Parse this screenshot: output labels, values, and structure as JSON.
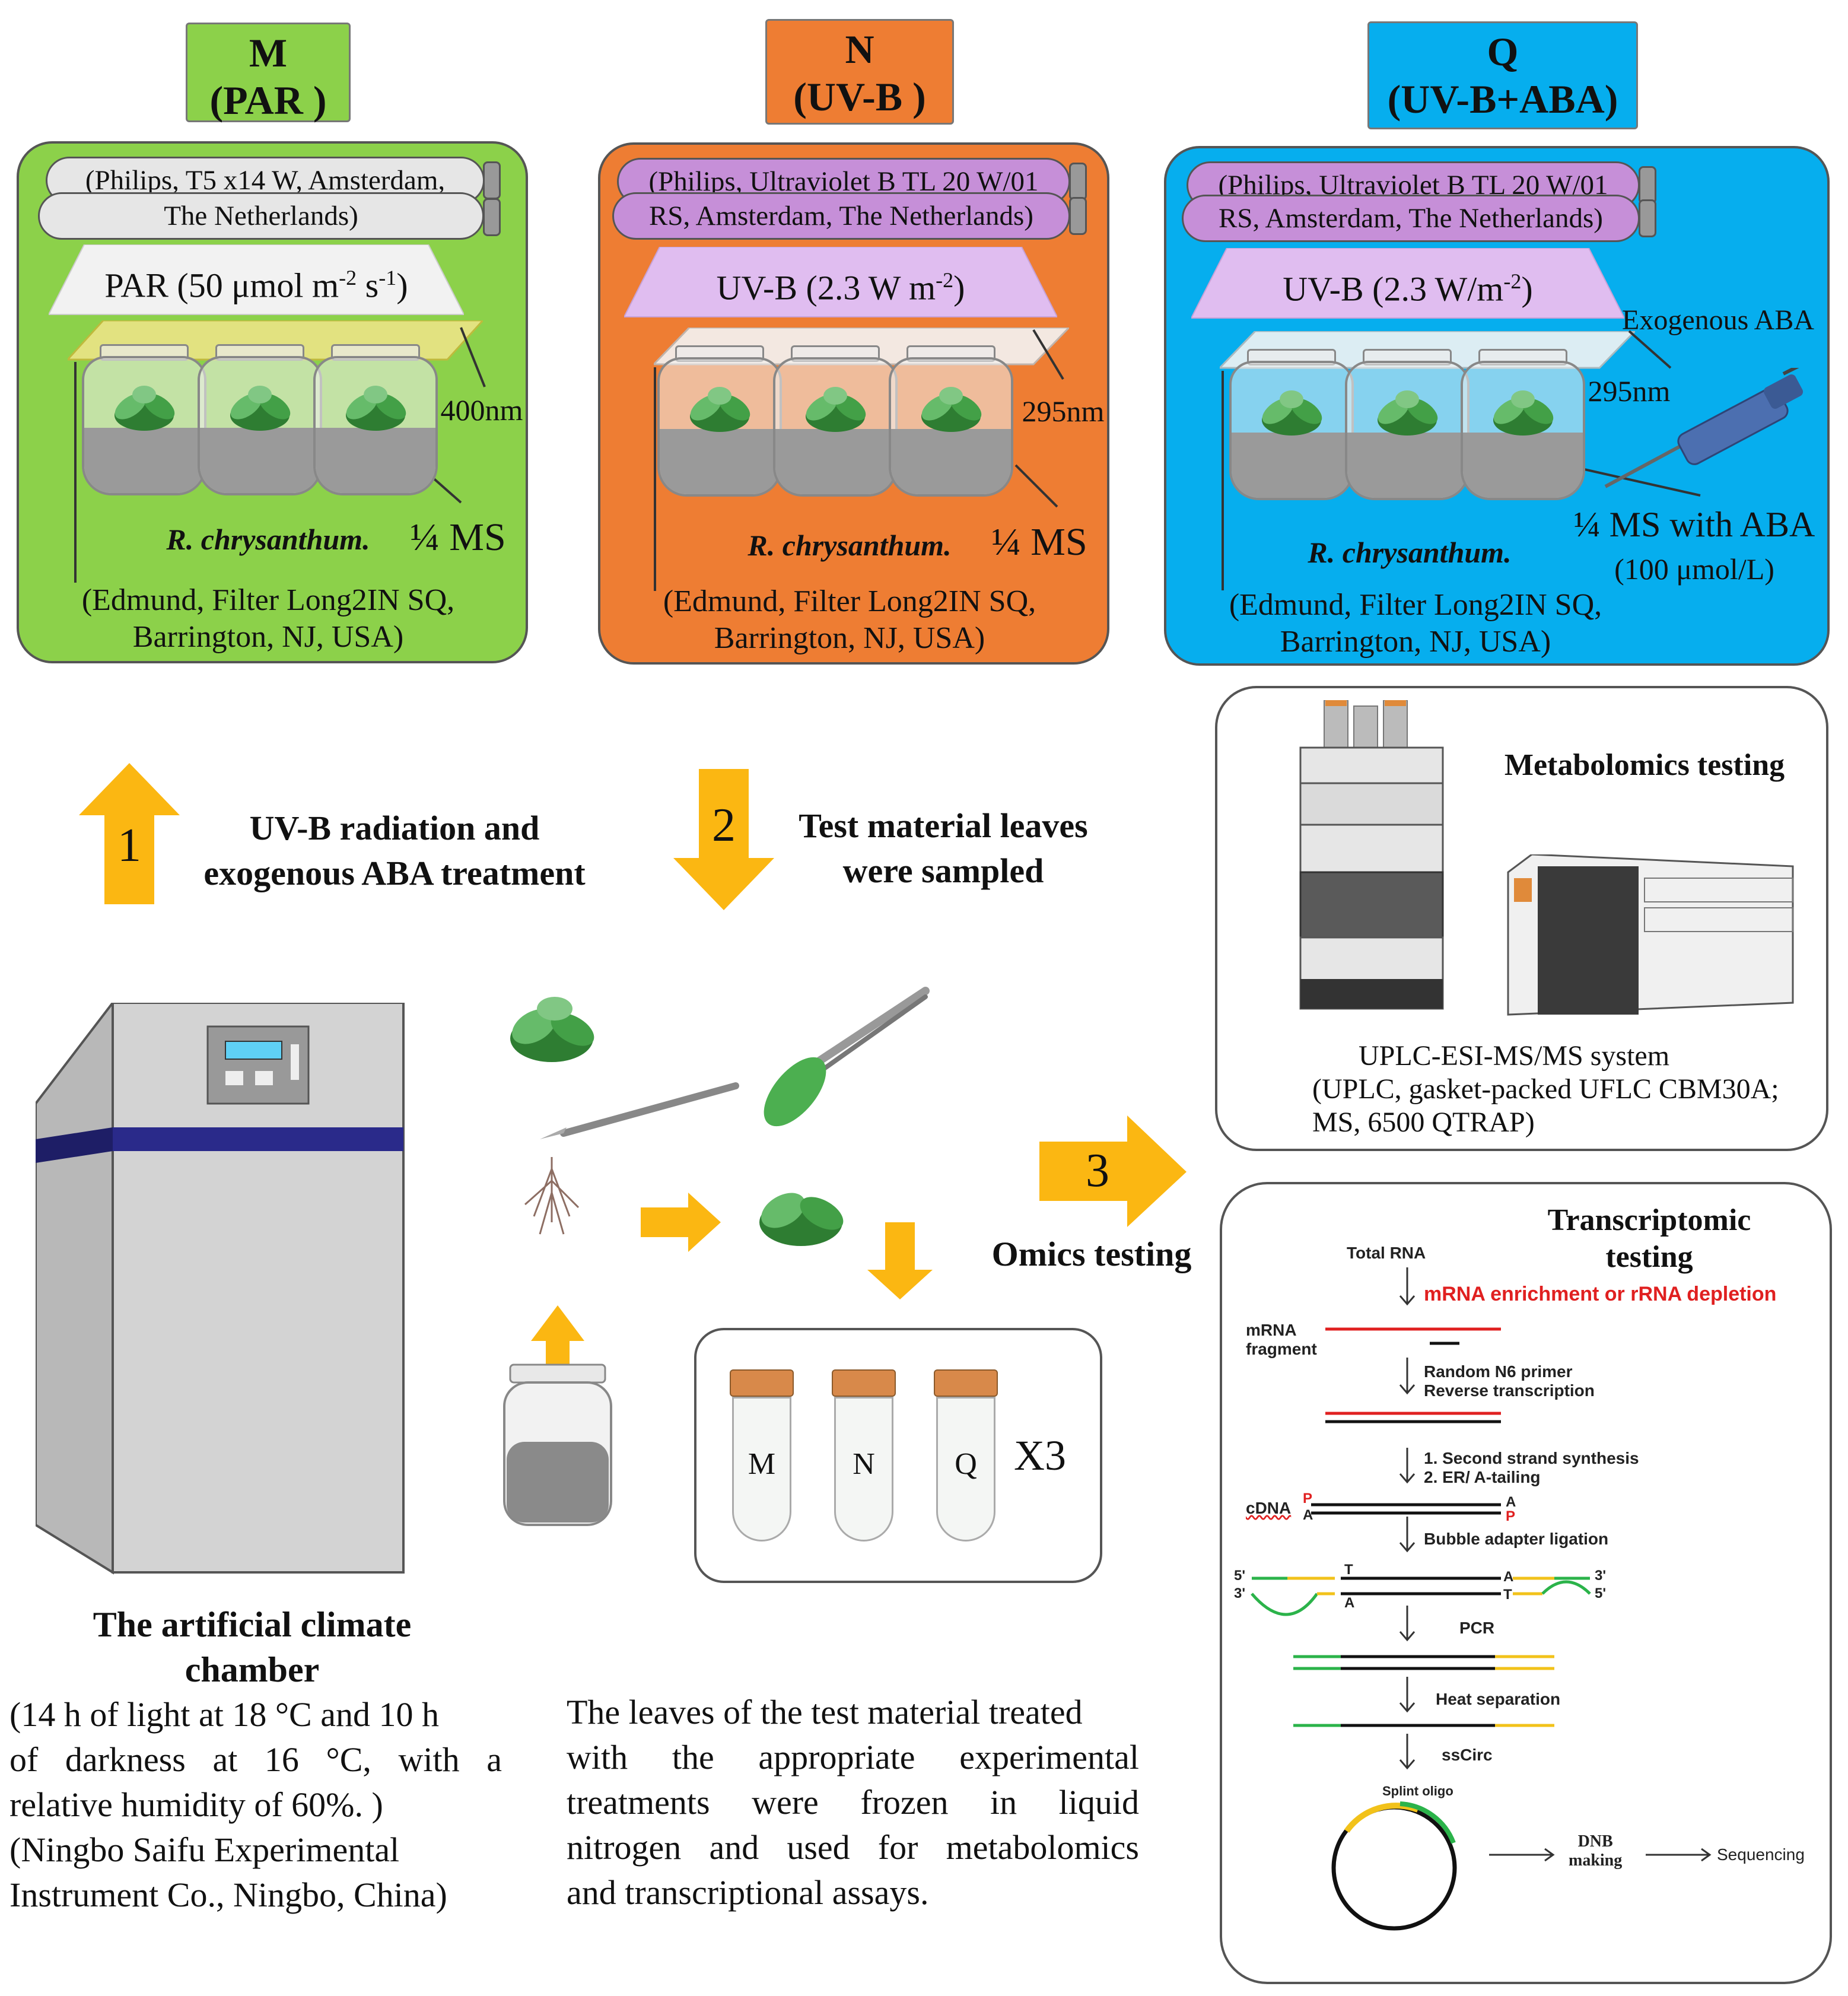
{
  "conditions": [
    {
      "letter": "M",
      "name": "(PAR )",
      "lamp_line1": "(Philips, T5 x14 W, Amsterdam,",
      "lamp_line2": "The Netherlands)",
      "light": "PAR (50 μmol m",
      "light_sup1": "-2",
      "light_mid": " s",
      "light_sup2": "-1",
      "light_end": ")",
      "filter_nm": "400nm",
      "species": "R. chrysanthum.",
      "medium": "¼ MS",
      "filter_line1": "(Edmund, Filter Long2IN SQ,",
      "filter_line2": "Barrington, NJ, USA)",
      "header_color": "#8cd14a",
      "panel_color": "#8cd14a"
    },
    {
      "letter": "N",
      "name": "(UV-B )",
      "lamp_line1": "(Philips, Ultraviolet B TL 20 W/01",
      "lamp_line2": "RS, Amsterdam, The Netherlands)",
      "light": "UV-B (2.3 W m",
      "light_sup1": "-2",
      "light_end": ")",
      "filter_nm": "295nm",
      "species": "R. chrysanthum.",
      "medium": "¼ MS",
      "filter_line1": "(Edmund, Filter Long2IN SQ,",
      "filter_line2": "Barrington, NJ, USA)",
      "header_color": "#ee7d33",
      "panel_color": "#ee7d33"
    },
    {
      "letter": "Q",
      "name": "(UV-B+ABA)",
      "lamp_line1": "(Philips, Ultraviolet B TL 20 W/01",
      "lamp_line2": "RS, Amsterdam, The Netherlands)",
      "light": "UV-B (2.3 W/m",
      "light_sup1": "-2",
      "light_end": ")",
      "filter_nm": "295nm",
      "exogenous": "Exogenous ABA",
      "species": "R. chrysanthum.",
      "medium": "¼ MS with ABA",
      "medium_line2": "(100 μmol/L)",
      "filter_line1": "(Edmund, Filter Long2IN SQ,",
      "filter_line2": "Barrington, NJ, USA)",
      "header_color": "#06aeee",
      "panel_color": "#06aeee"
    }
  ],
  "steps": [
    {
      "number": "1",
      "line1": "UV-B radiation and",
      "line2": "exogenous ABA treatment"
    },
    {
      "number": "2",
      "line1": "Test material leaves",
      "line2": "were sampled"
    },
    {
      "number": "3",
      "line1": "Omics testing"
    }
  ],
  "chamber": {
    "title_line1": "The artificial climate",
    "title_line2": "chamber",
    "desc_line1": "(14 h of light at 18 °C and 10 h",
    "desc_line2": "of darkness at 16 °C, with a",
    "desc_line3": "relative humidity of 60%. )",
    "desc_line4": "(Ningbo Saifu Experimental",
    "desc_line5": "Instrument Co., Ningbo, China)"
  },
  "leaves_text": {
    "line1": "The leaves of the test material treated",
    "line2": "with the appropriate experimental",
    "line3": "treatments were frozen in liquid",
    "line4": "nitrogen and used for metabolomics",
    "line5": "and transcriptional assays."
  },
  "tubes": {
    "labels": [
      "M",
      "N",
      "Q"
    ],
    "replicates": "X3"
  },
  "metabolomics": {
    "title": "Metabolomics testing",
    "system_line1": "UPLC-ESI-MS/MS system",
    "system_line2": "(UPLC, gasket-packed UFLC CBM30A;",
    "system_line3": "MS, 6500 QTRAP)"
  },
  "transcriptomics": {
    "title_line1": "Transcriptomic",
    "title_line2": "testing",
    "total_rna": "Total RNA",
    "enrichment": "mRNA enrichment or rRNA depletion",
    "mrna_line1": "mRNA",
    "mrna_line2": "fragment",
    "primer_line1": "Random N6 primer",
    "primer_line2": "Reverse transcription",
    "second_line1": "1. Second strand synthesis",
    "second_line2": "2. ER/ A-tailing",
    "cdna": "cDNA",
    "p_top": "P",
    "a_bottom": "A",
    "a_top_right": "A",
    "p_bottom_right": "P",
    "bubble": "Bubble adapter ligation",
    "five_prime_left": "5'",
    "three_prime_left": "3'",
    "t_left": "T",
    "a_left": "A",
    "a_right": "A",
    "t_right": "T",
    "three_prime_right": "3'",
    "five_prime_right": "5'",
    "pcr": "PCR",
    "heat": "Heat separation",
    "sscirc": "ssCirc",
    "splint": "Splint oligo",
    "dnb_line1": "DNB",
    "dnb_line2": "making",
    "sequencing": "Sequencing"
  },
  "colors": {
    "arrow_yellow": "#fbb712",
    "lamp_purple": "#c68fd8",
    "lightbox_purple": "#e0bdf0",
    "red": "#e02020",
    "green": "#2bb34a",
    "yellow": "#f2c21a"
  }
}
